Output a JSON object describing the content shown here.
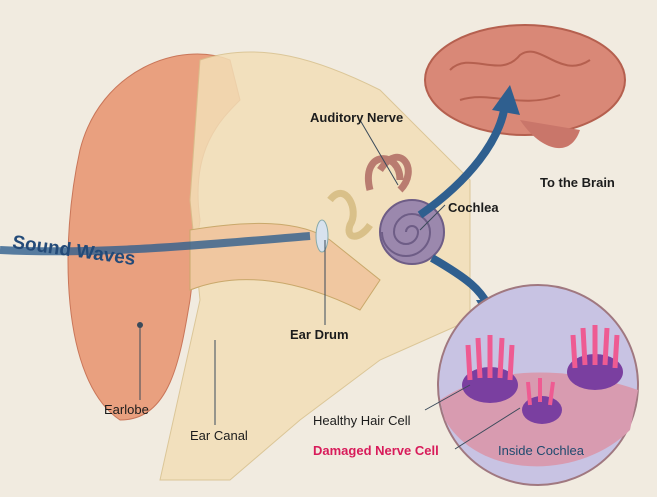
{
  "title": "Ear anatomy and hearing",
  "labels": {
    "sound_waves": "Sound Waves",
    "auditory_nerve": "Auditory Nerve",
    "to_the_brain": "To the Brain",
    "cochlea": "Cochlea",
    "ear_drum": "Ear Drum",
    "earlobe": "Earlobe",
    "ear_canal": "Ear Canal",
    "healthy_hair_cell": "Healthy Hair Cell",
    "damaged_nerve_cell": "Damaged Nerve Cell",
    "inside_cochlea": "Inside Cochlea"
  },
  "colors": {
    "damaged": "#d81b5a",
    "inside": "#1f4a6e",
    "arrow": "#2f5f8f"
  }
}
